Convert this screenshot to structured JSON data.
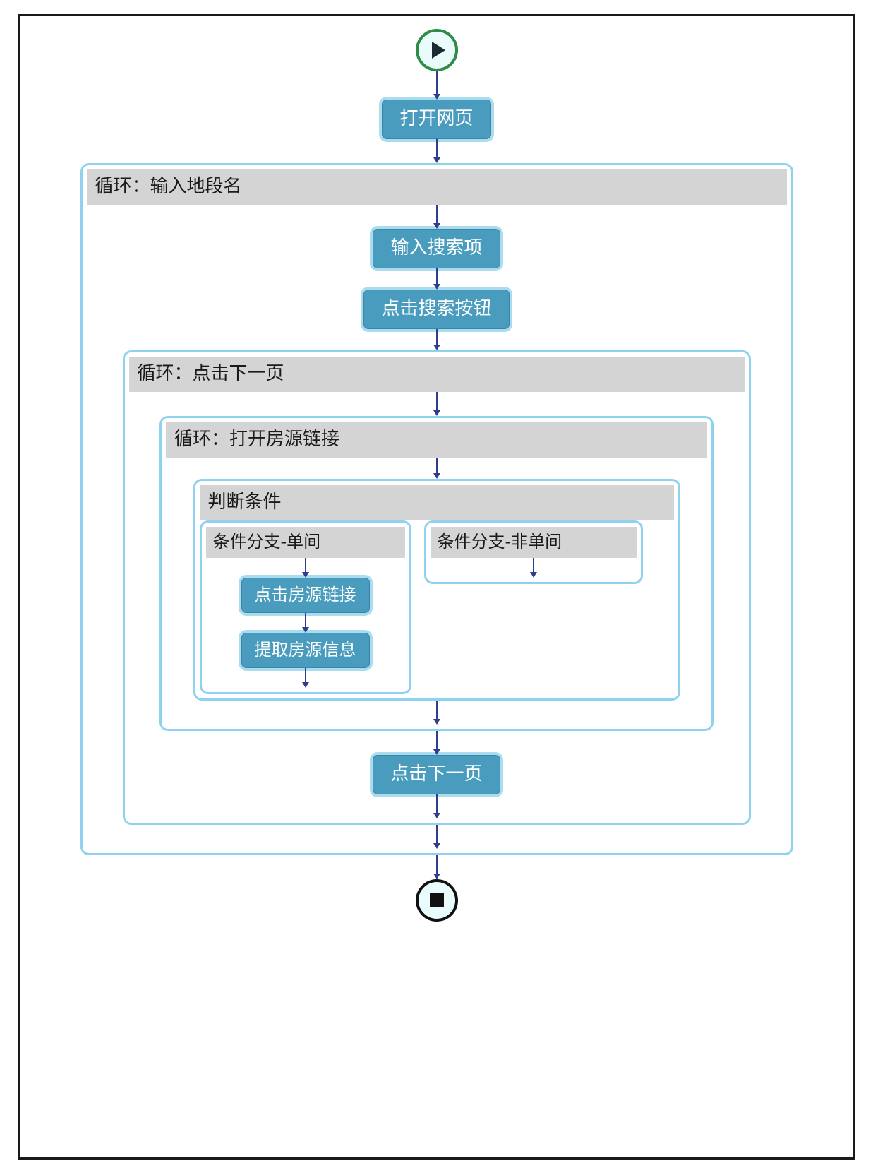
{
  "diagram": {
    "title": "RPA flow chart",
    "colors": {
      "node_fill": "#4a9cbe",
      "node_glow": "#aadcf0",
      "block_border": "#8ed2ef",
      "header_fill": "#d4d4d4",
      "start_ring": "#2e8b48",
      "end_ring": "#111111",
      "arrow": "#2f3d8c",
      "frame": "#1a1a1a"
    },
    "start": {
      "label": "start",
      "icon": "play-icon"
    },
    "end": {
      "label": "end",
      "icon": "stop-icon"
    },
    "nodes": {
      "open_page": "打开网页",
      "input_search": "输入搜索项",
      "click_search": "点击搜索按钮",
      "click_listing": "点击房源链接",
      "extract_info": "提取房源信息",
      "click_next": "点击下一页"
    },
    "blocks": {
      "loop_district": "循环：输入地段名",
      "loop_nextpage": "循环：点击下一页",
      "loop_listing": "循环：打开房源链接",
      "condition": "判断条件",
      "branch_single": "条件分支-单间",
      "branch_nonsingle": "条件分支-非单间"
    }
  }
}
